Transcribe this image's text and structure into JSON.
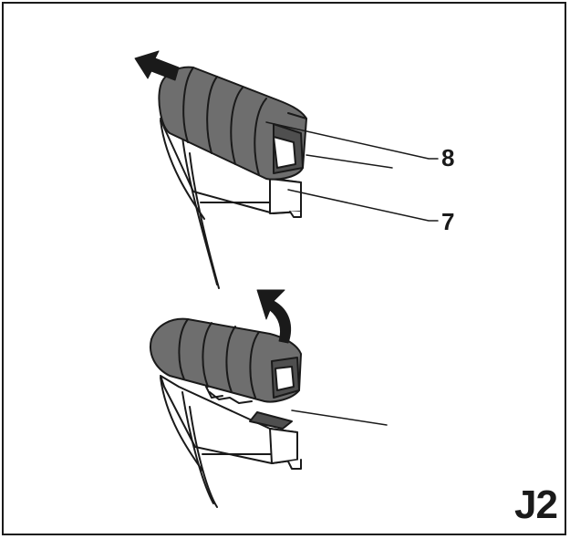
{
  "figure": {
    "id_label": "J2",
    "callouts": [
      {
        "number": "8"
      },
      {
        "number": "7"
      }
    ],
    "colors": {
      "outline": "#1a1a1a",
      "grip": "#6e6e6e",
      "grip_dark": "#4f4f4f",
      "body": "#ffffff"
    },
    "arrows": [
      "slide-off-arrow",
      "lift-up-arrow"
    ]
  }
}
